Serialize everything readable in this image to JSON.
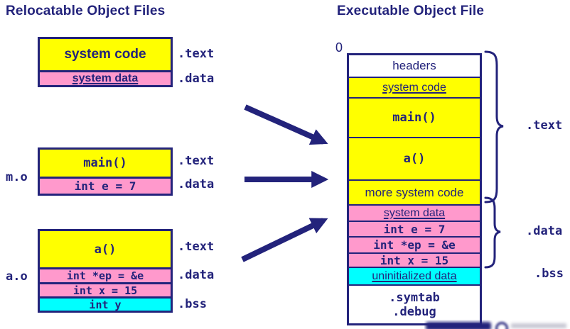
{
  "colors": {
    "navy": "#23237b",
    "yellow": "#ffff00",
    "pink": "#ff99cc",
    "cyan": "#00ffff",
    "background": "#ffffff"
  },
  "left_panel": {
    "title": "Relocatable Object Files",
    "files": [
      {
        "file_label": "",
        "rows": [
          {
            "text": "system code"
          },
          {
            "text": "system data"
          }
        ],
        "section_labels": [
          ".text",
          ".data"
        ]
      },
      {
        "file_label": "m.o",
        "rows": [
          {
            "text": "main()"
          },
          {
            "text": "int e = 7"
          }
        ],
        "section_labels": [
          ".text",
          ".data"
        ]
      },
      {
        "file_label": "a.o",
        "rows": [
          {
            "text": "a()"
          },
          {
            "text": "int *ep = &e"
          },
          {
            "text": "int x = 15"
          },
          {
            "text": "int y"
          }
        ],
        "section_labels": [
          ".text",
          ".data",
          ".bss"
        ]
      }
    ]
  },
  "right_panel": {
    "title": "Executable Object File",
    "origin_label": "0",
    "rows": [
      {
        "text": "headers"
      },
      {
        "text": "system code"
      },
      {
        "text": "main()"
      },
      {
        "text": "a()"
      },
      {
        "text": "more system code"
      },
      {
        "text": "system data"
      },
      {
        "text": "int e = 7"
      },
      {
        "text": "int *ep = &e"
      },
      {
        "text": "int x = 15"
      },
      {
        "text": "uninitialized data"
      },
      {
        "text": ".symtab"
      },
      {
        "text": ".debug"
      }
    ],
    "section_labels": {
      "text": ".text",
      "data": ".data",
      "bss": ".bss"
    }
  }
}
